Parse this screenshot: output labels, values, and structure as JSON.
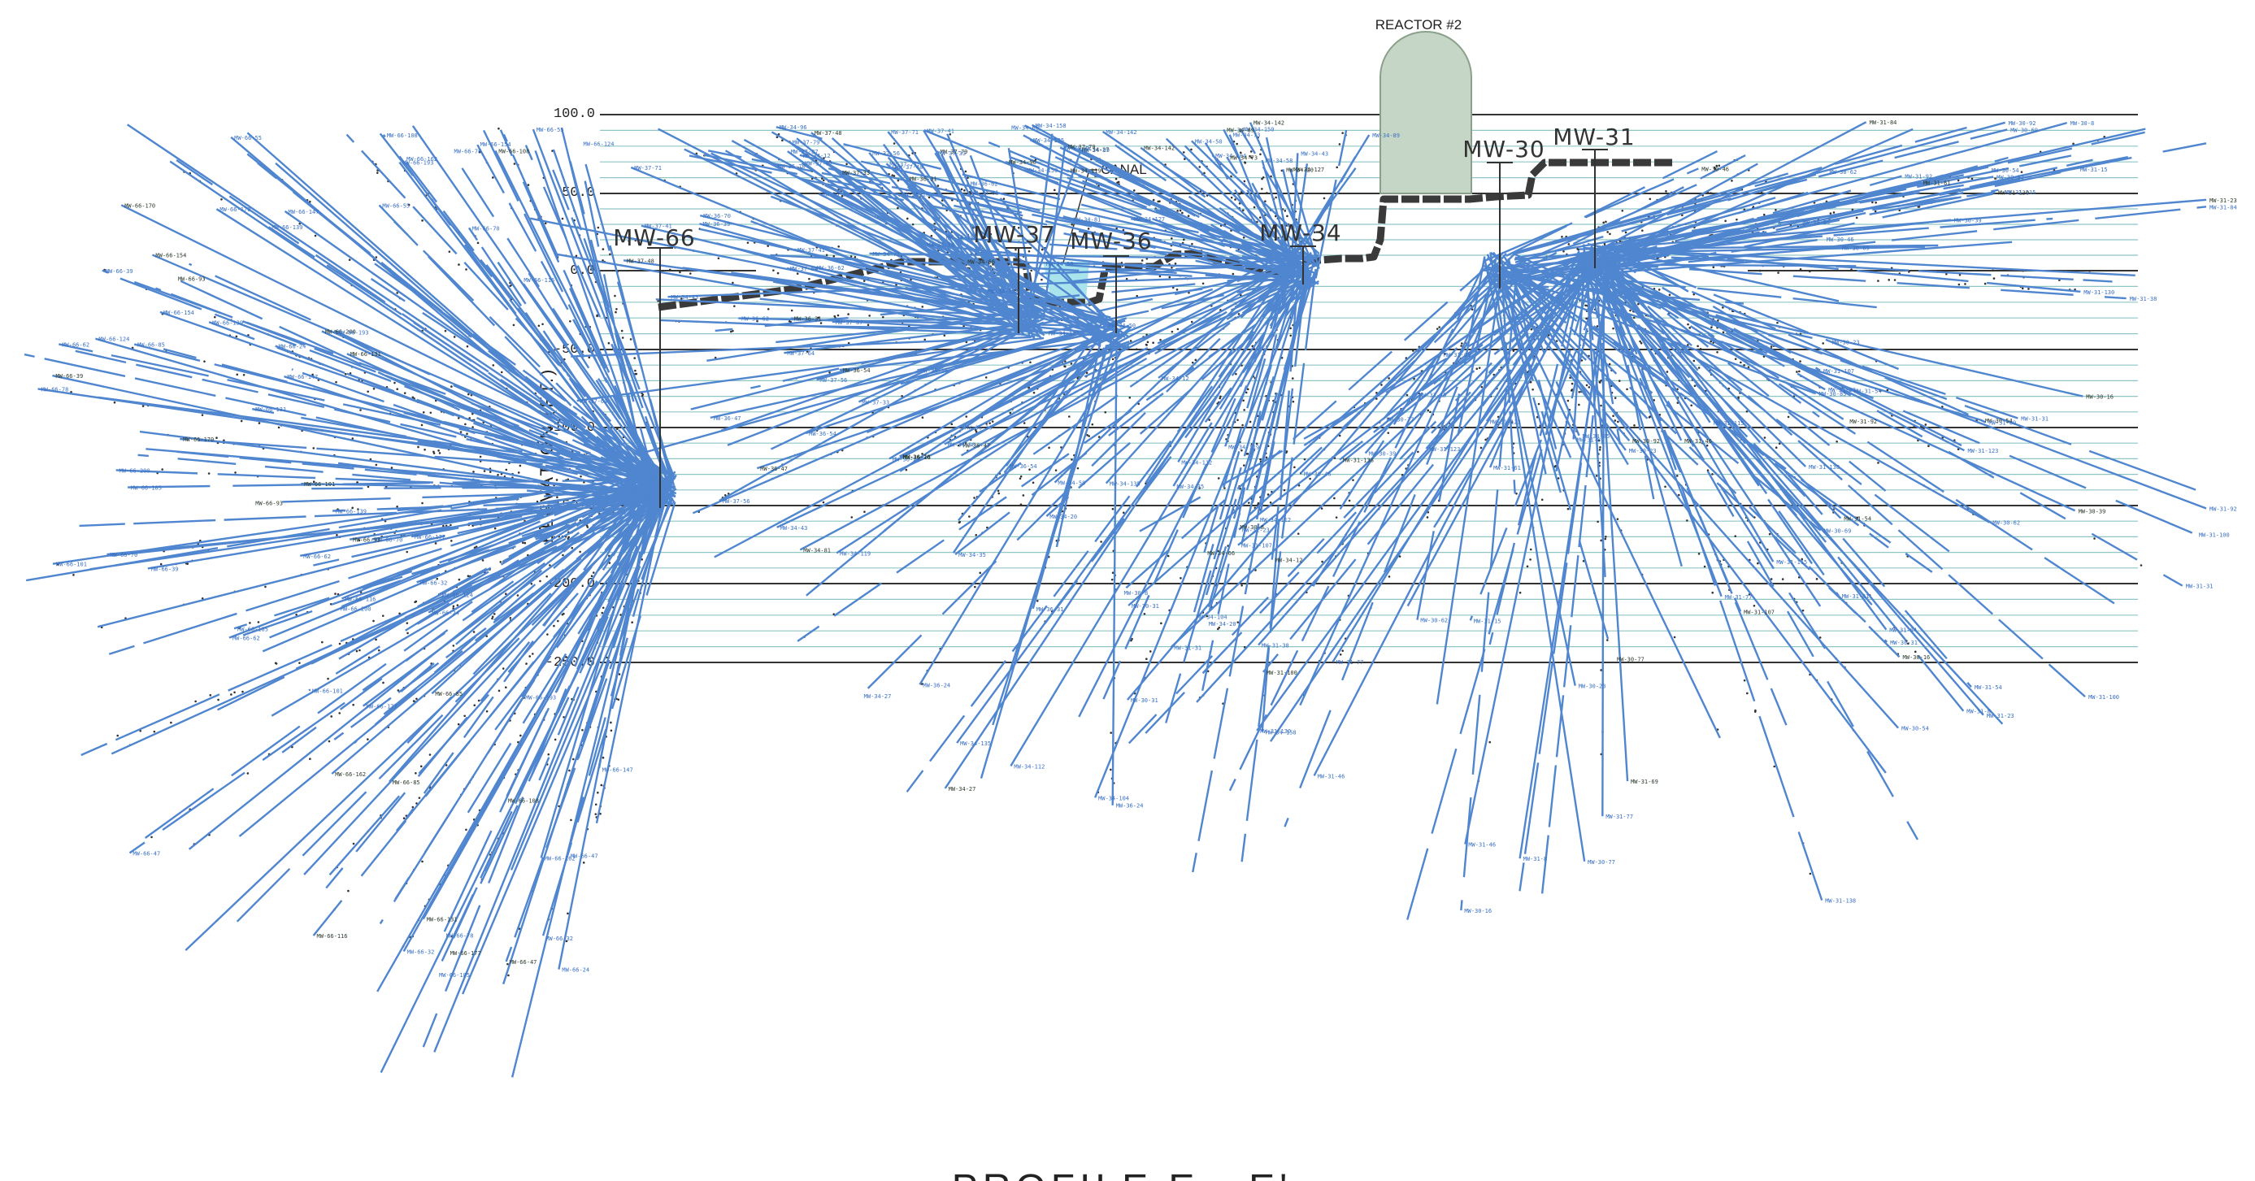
{
  "drawing": {
    "title": "PROFILE E - E'",
    "axis_title": "ELEVATION (FT.)",
    "reactor_label": "REACTOR #2",
    "canal_label": "CANAL",
    "colors": {
      "background": "#ffffff",
      "grid_major": "#333333",
      "grid_minor": "#8fc5c5",
      "ray": "#4f86cf",
      "ray_tag": "#3a70c2",
      "ground": "#3a3a3a",
      "reactor_fill": "#c6d6c6",
      "canal_water": "#a9e3ec",
      "dots": "#333333"
    }
  },
  "axis": {
    "ticks": [
      "100.0",
      "50.0",
      "0.0",
      "-50.0",
      "-100.0",
      "-150.0",
      "-200.0",
      "-250.0"
    ],
    "values": [
      100,
      50,
      0,
      -50,
      -100,
      -150,
      -200,
      -250
    ]
  },
  "wells": [
    {
      "name": "MW-66",
      "tags": [
        "MW-66-200",
        "MW-66-193",
        "MW-66-185",
        "MW-66-177",
        "MW-66-170",
        "MW-66-162",
        "MW-66-154",
        "MW-66-147",
        "MW-66-139",
        "MW-66-131",
        "MW-66-124",
        "MW-66-116",
        "MW-66-108",
        "MW-66-101",
        "MW-66-93",
        "MW-66-85",
        "MW-66-78",
        "MW-66-70",
        "MW-66-62",
        "MW-66-55",
        "MW-66-47",
        "MW-66-39",
        "MW-66-32",
        "MW-66-24"
      ]
    },
    {
      "name": "MW-37",
      "tags": [
        "MW-37-33",
        "MW-37-41",
        "MW-37-48",
        "MW-37-56",
        "MW-37-64",
        "MW-37-71",
        "MW-37-79",
        "MW-37-87"
      ]
    },
    {
      "name": "MW-36",
      "tags": [
        "MW-36-16",
        "MW-36-24",
        "MW-36-31",
        "MW-36-39",
        "MW-36-47",
        "MW-36-54",
        "MW-36-62",
        "MW-36-70"
      ]
    },
    {
      "name": "MW-34",
      "tags": [
        "MW-34-12",
        "MW-34-20",
        "MW-34-27",
        "MW-34-35",
        "MW-34-43",
        "MW-34-50",
        "MW-34-58",
        "MW-34-66",
        "MW-34-73",
        "MW-34-81",
        "MW-34-89",
        "MW-34-96",
        "MW-34-104",
        "MW-34-112",
        "MW-34-119",
        "MW-34-127",
        "MW-34-135",
        "MW-34-142",
        "MW-34-150",
        "MW-34-158"
      ]
    },
    {
      "name": "MW-30",
      "tags": [
        "MW-30-8",
        "MW-30-16",
        "MW-30-23",
        "MW-30-31",
        "MW-30-39",
        "MW-30-46",
        "MW-30-54",
        "MW-30-62",
        "MW-30-69",
        "MW-30-77",
        "MW-30-85",
        "MW-30-92"
      ]
    },
    {
      "name": "MW-31",
      "tags": [
        "MW-31-8",
        "MW-31-15",
        "MW-31-23",
        "MW-31-31",
        "MW-31-38",
        "MW-31-46",
        "MW-31-54",
        "MW-31-61",
        "MW-31-69",
        "MW-31-77",
        "MW-31-84",
        "MW-31-92",
        "MW-31-100",
        "MW-31-107",
        "MW-31-115",
        "MW-31-123",
        "MW-31-130",
        "MW-31-138"
      ]
    }
  ]
}
